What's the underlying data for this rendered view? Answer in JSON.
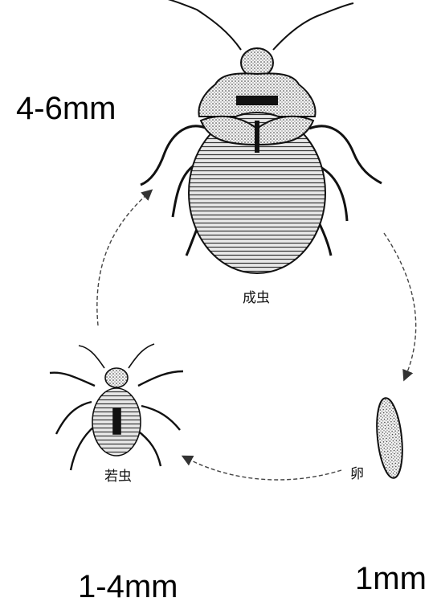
{
  "stages": {
    "adult": {
      "label": "成虫",
      "size": "4-6mm"
    },
    "egg": {
      "label": "卵",
      "size": "1mm"
    },
    "nymph": {
      "label": "若虫",
      "size": "1-4mm"
    }
  }
}
